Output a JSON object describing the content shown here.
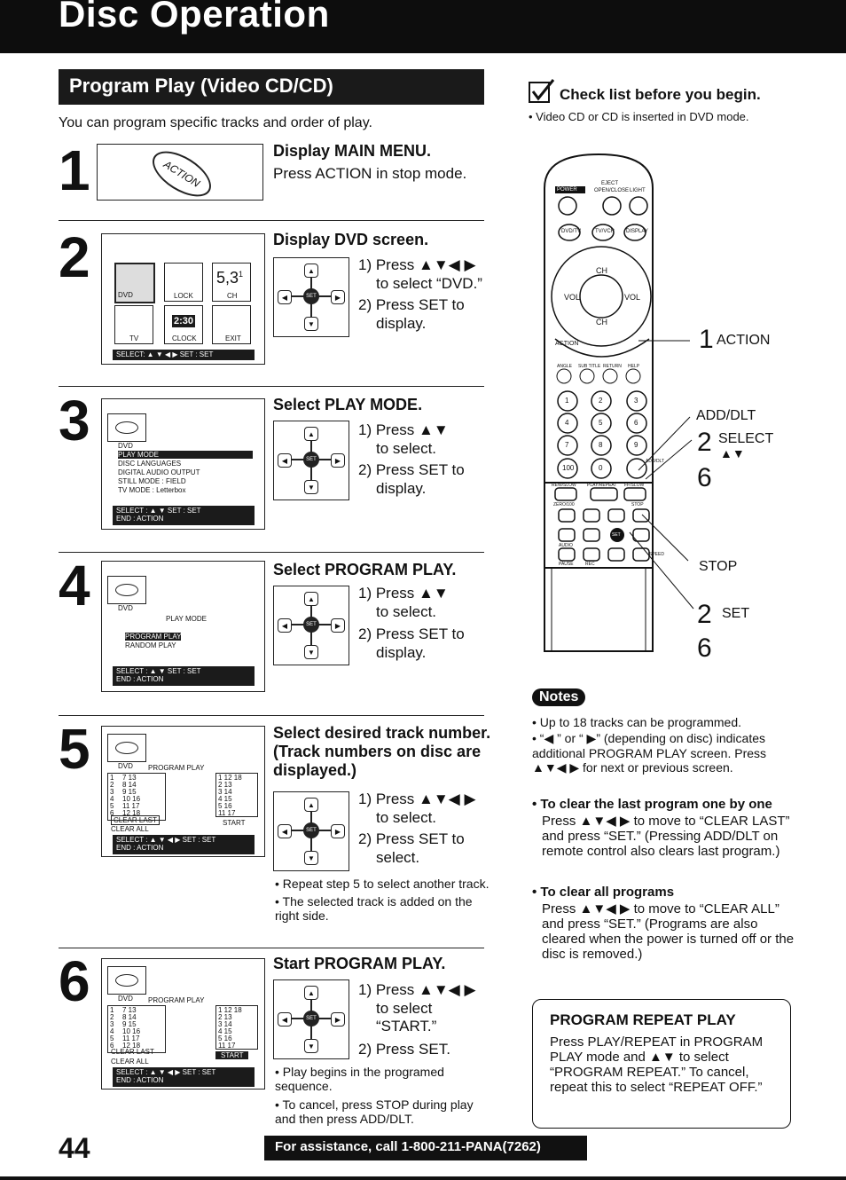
{
  "page_title": "Disc Operation",
  "section_title": "Program Play (Video CD/CD)",
  "intro": "You can program specific tracks and order of play.",
  "checklist": {
    "title": "Check list before you begin.",
    "item": "Video CD or CD is inserted in DVD mode."
  },
  "steps": [
    {
      "num": "1",
      "head": "Display MAIN MENU.",
      "lines": [
        "Press ACTION in stop mode."
      ],
      "button": "ACTION"
    },
    {
      "num": "2",
      "head": "Display DVD screen.",
      "lines": [
        "1) Press ▲▼◀ ▶",
        "to select “DVD.”",
        "2) Press SET to",
        "display."
      ],
      "menu": {
        "icons": [
          "DVD",
          "LOCK",
          "CH",
          "TV",
          "CLOCK",
          "EXIT"
        ],
        "ch_value": "5,3",
        "ch_sup": "1",
        "clock_value": "2:30",
        "bar": "SELECT: ▲ ▼ ◀ ▶    SET : SET"
      }
    },
    {
      "num": "3",
      "head": "Select PLAY MODE.",
      "lines": [
        "1) Press ▲▼",
        "to select.",
        "2) Press SET to",
        "display."
      ],
      "osd": {
        "label": "DVD",
        "rows": [
          "PLAY MODE",
          "DISC LANGUAGES",
          "DIGITAL AUDIO    OUTPUT",
          "STILL  MODE     : FIELD",
          "TV  MODE         : Letterbox"
        ],
        "bar1": "SELECT : ▲ ▼        SET : SET",
        "bar2": "END       : ACTION"
      }
    },
    {
      "num": "4",
      "head": "Select PROGRAM PLAY.",
      "lines": [
        "1) Press ▲▼",
        "to select.",
        "2) Press SET to",
        "display."
      ],
      "osd": {
        "label": "DVD",
        "title": "PLAY  MODE",
        "rows": [
          "PROGRAM  PLAY",
          "RANDOM  PLAY"
        ],
        "bar1": "SELECT : ▲ ▼        SET : SET",
        "bar2": "END       : ACTION"
      }
    },
    {
      "num": "5",
      "head": "Select desired track number. (Track numbers on disc are displayed.)",
      "lines": [
        "1) Press ▲▼◀ ▶",
        "to select.",
        "2) Press SET to",
        "select."
      ],
      "bullets": [
        "Repeat step 5 to select another track.",
        "The selected track is added on the right side."
      ],
      "osd": {
        "label": "DVD",
        "title": "PROGRAM  PLAY",
        "left_col": [
          "1",
          "2",
          "3",
          "4",
          "5",
          "6"
        ],
        "mid_col": [
          "7 13",
          "8 14",
          "9 15",
          "10 16",
          "11 17",
          "12 18"
        ],
        "right_col": [
          "1 12 18",
          "2 13",
          "3 14",
          "4 15",
          "5 16",
          "11 17"
        ],
        "start": "START",
        "clear_last": "CLEAR  LAST",
        "clear_all": "CLEAR  ALL",
        "bar1": "SELECT : ▲ ▼ ◀ ▶    SET : SET",
        "bar2": "END       : ACTION"
      }
    },
    {
      "num": "6",
      "head": "Start PROGRAM PLAY.",
      "lines": [
        "1) Press ▲▼◀ ▶",
        "to select",
        "“START.”",
        "2) Press SET."
      ],
      "bullets": [
        "Play begins in the programed sequence.",
        "To cancel, press STOP during play and then press ADD/DLT."
      ],
      "osd": {
        "label": "DVD",
        "title": "PROGRAM  PLAY",
        "left_col": [
          "1",
          "2",
          "3",
          "4",
          "5",
          "6"
        ],
        "mid_col": [
          "7 13",
          "8 14",
          "9 15",
          "10 16",
          "11 17",
          "12 18"
        ],
        "right_col": [
          "1 12 18",
          "2 13",
          "3 14",
          "4 15",
          "5 16",
          "11 17"
        ],
        "start": "START",
        "clear_last": "CLEAR  LAST",
        "clear_all": "CLEAR  ALL",
        "bar1": "SELECT : ▲ ▼ ◀ ▶    SET : SET",
        "bar2": "END       : ACTION"
      }
    }
  ],
  "remote": {
    "labels": {
      "action": "ACTION",
      "add_dlt": "ADD/DLT",
      "select": "SELECT",
      "select_arrows": "▲▼",
      "stop": "STOP",
      "set": "SET"
    },
    "step_refs": {
      "action": "1",
      "select_from": "2",
      "select_to": "6",
      "set_from": "2",
      "set_to": "6"
    },
    "buttons": {
      "power": "POWER",
      "eject": "EJECT",
      "open_close": "OPEN/CLOSE",
      "light": "LIGHT",
      "dvd_tv": "DVD/TV",
      "tv_vcr": "TV/VCR",
      "display": "DISPLAY",
      "ch": "CH",
      "vol": "VOL",
      "action": "ACTION",
      "add_dlt": "ADD/DLT",
      "set": "SET",
      "stop": "STOP",
      "play": "PLAY",
      "pause": "PAUSE",
      "rec": "REC",
      "audio": "AUDIO",
      "speed": "SPEED",
      "zero": "ZERO/100",
      "keys": [
        "1",
        "2",
        "3",
        "4",
        "5",
        "6",
        "7",
        "8",
        "9",
        "100",
        "0"
      ],
      "top_row": [
        "ANGLE",
        "SUB TITLE",
        "RETURN",
        "HELP"
      ],
      "transport": [
        "REW/SLOW",
        "PLAY/REPEAT",
        "FF/SLOW"
      ]
    }
  },
  "notes": {
    "badge": "Notes",
    "items": [
      "Up to 18 tracks can be programmed.",
      "“◀ ” or “ ▶” (depending on disc) indicates additional PROGRAM PLAY screen. Press ▲▼◀ ▶ for next or previous screen."
    ],
    "clear_last": {
      "title": "To clear the last program one by one",
      "text": "Press ▲▼◀ ▶ to move to “CLEAR LAST” and press “SET.” (Pressing ADD/DLT on remote control also clears last program.)"
    },
    "clear_all": {
      "title": "To clear all programs",
      "text": "Press ▲▼◀ ▶ to move to “CLEAR ALL” and press “SET.” (Programs are also cleared when the power is turned off or the disc is removed.)"
    }
  },
  "repeat": {
    "title": "PROGRAM REPEAT PLAY",
    "text": "Press PLAY/REPEAT in PROGRAM PLAY mode and ▲▼ to select “PROGRAM REPEAT.” To cancel, repeat this to select “REPEAT OFF.”"
  },
  "page_number": "44",
  "footer": "For assistance, call 1-800-211-PANA(7262)"
}
